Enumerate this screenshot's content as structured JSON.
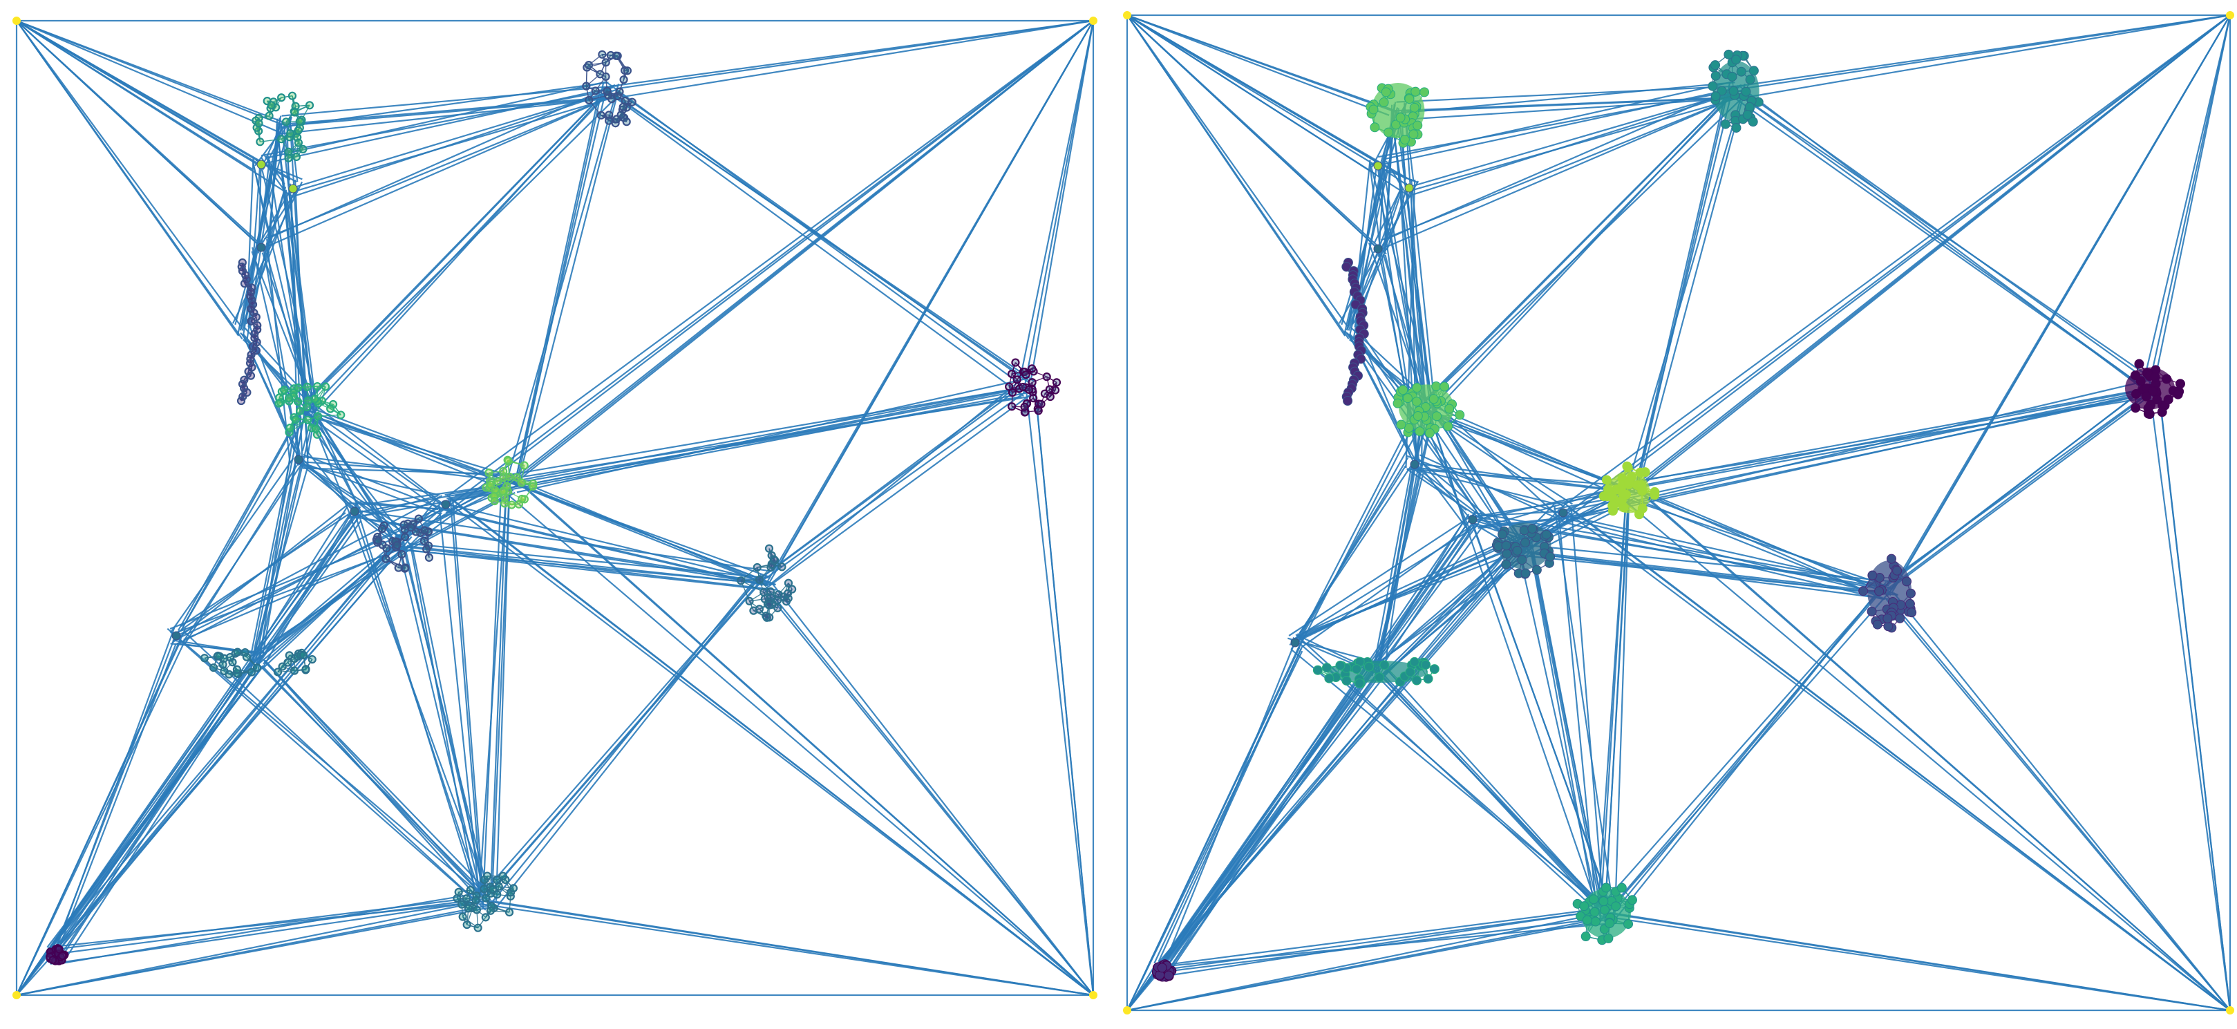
{
  "figure": {
    "panel_count": 2,
    "description_hidden": "",
    "edge_color": "#2b7bba",
    "corner_node_color": "#fde725",
    "palette": {
      "purple_dark": "#440154",
      "purple": "#472d7b",
      "indigo": "#3b528b",
      "blue": "#2c728e",
      "teal": "#21918c",
      "teal_green": "#28ae80",
      "green": "#5ec962",
      "yellow_green": "#a0da39",
      "yellow": "#fde725"
    }
  },
  "panels": [
    {
      "id": "left",
      "style": "outline",
      "clusters": [
        {
          "name": "top-left-green",
          "color": "#5ec962",
          "ring": "#21918c"
        },
        {
          "name": "top-center",
          "color": "#2c728e",
          "ring": "#3b528b"
        },
        {
          "name": "mid-left-chain",
          "color": "#472d7b",
          "ring": "#3b528b"
        },
        {
          "name": "left-mid-green",
          "color": "#5ec962",
          "ring": "#28ae80"
        },
        {
          "name": "center-yellowgreen",
          "color": "#a0da39",
          "ring": "#5ec962"
        },
        {
          "name": "center-blue",
          "color": "#2c728e",
          "ring": "#3b528b"
        },
        {
          "name": "right-dark",
          "color": "#3b528b",
          "ring": "#440154"
        },
        {
          "name": "mid-right",
          "color": "#3b528b",
          "ring": "#2c728e"
        },
        {
          "name": "left-band",
          "color": "#21918c",
          "ring": "#2c728e"
        },
        {
          "name": "bottom-teal",
          "color": "#21918c",
          "ring": "#2c728e"
        },
        {
          "name": "bottom-left-small",
          "color": "#472d7b",
          "ring": "#440154"
        }
      ]
    },
    {
      "id": "right",
      "style": "filled",
      "clusters": [
        {
          "name": "top-left-green",
          "color": "#5ec962",
          "ring": "#28ae80"
        },
        {
          "name": "top-center",
          "color": "#21918c",
          "ring": "#2c728e"
        },
        {
          "name": "mid-left-chain",
          "color": "#472d7b",
          "ring": "#3b528b"
        },
        {
          "name": "left-mid-green",
          "color": "#5ec962",
          "ring": "#28ae80"
        },
        {
          "name": "center-yellowgreen",
          "color": "#a0da39",
          "ring": "#a0da39"
        },
        {
          "name": "center-blue",
          "color": "#2c728e",
          "ring": "#3b528b"
        },
        {
          "name": "right-dark",
          "color": "#440154",
          "ring": "#440154"
        },
        {
          "name": "mid-right",
          "color": "#3b528b",
          "ring": "#472d7b"
        },
        {
          "name": "left-band",
          "color": "#21918c",
          "ring": "#28ae80"
        },
        {
          "name": "bottom-teal",
          "color": "#28ae80",
          "ring": "#21918c"
        },
        {
          "name": "bottom-left-small",
          "color": "#472d7b",
          "ring": "#440154"
        }
      ]
    }
  ]
}
